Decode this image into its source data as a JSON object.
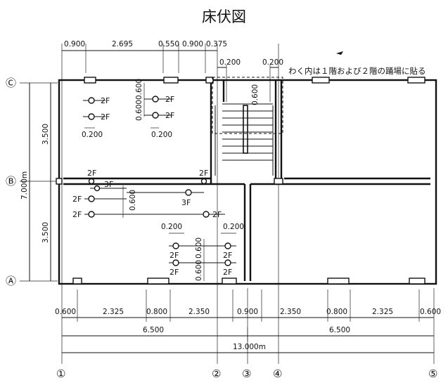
{
  "title": "床伏図",
  "note": "わく内は１階および２階の踊場に貼る",
  "top_dims": [
    "0.900",
    "2.695",
    "0.550",
    "0.900",
    "0.375"
  ],
  "stair_dims": [
    "0.200",
    "0.200",
    "0.600"
  ],
  "bottom_dims_row1": [
    "0.600",
    "2.325",
    "0.800",
    "2.350",
    "0.900",
    "2.350",
    "0.800",
    "2.325",
    "0.600"
  ],
  "bottom_dims_row2": [
    "6.500",
    "6.500"
  ],
  "bottom_total": "13.000m",
  "left_dims": [
    "3.500",
    "3.500"
  ],
  "left_total": "7.000m",
  "row_axes": [
    "Ⓒ",
    "Ⓑ",
    "Ⓐ"
  ],
  "col_axes": [
    "①",
    "②",
    "③",
    "④",
    "⑤"
  ],
  "room1_dims": [
    "0.600",
    "0.600",
    "0.200",
    "0.200"
  ],
  "room2_dims": [
    "0.600"
  ],
  "room2_lower_dims": [
    "0.200",
    "0.200",
    "0.600",
    "0.600"
  ],
  "floor_labels": [
    "2F",
    "2F",
    "2F",
    "2F",
    "2F",
    "2F",
    "3F",
    "3F",
    "2F",
    "2F",
    "2F",
    "2F",
    "2F",
    "2F",
    "2F"
  ]
}
